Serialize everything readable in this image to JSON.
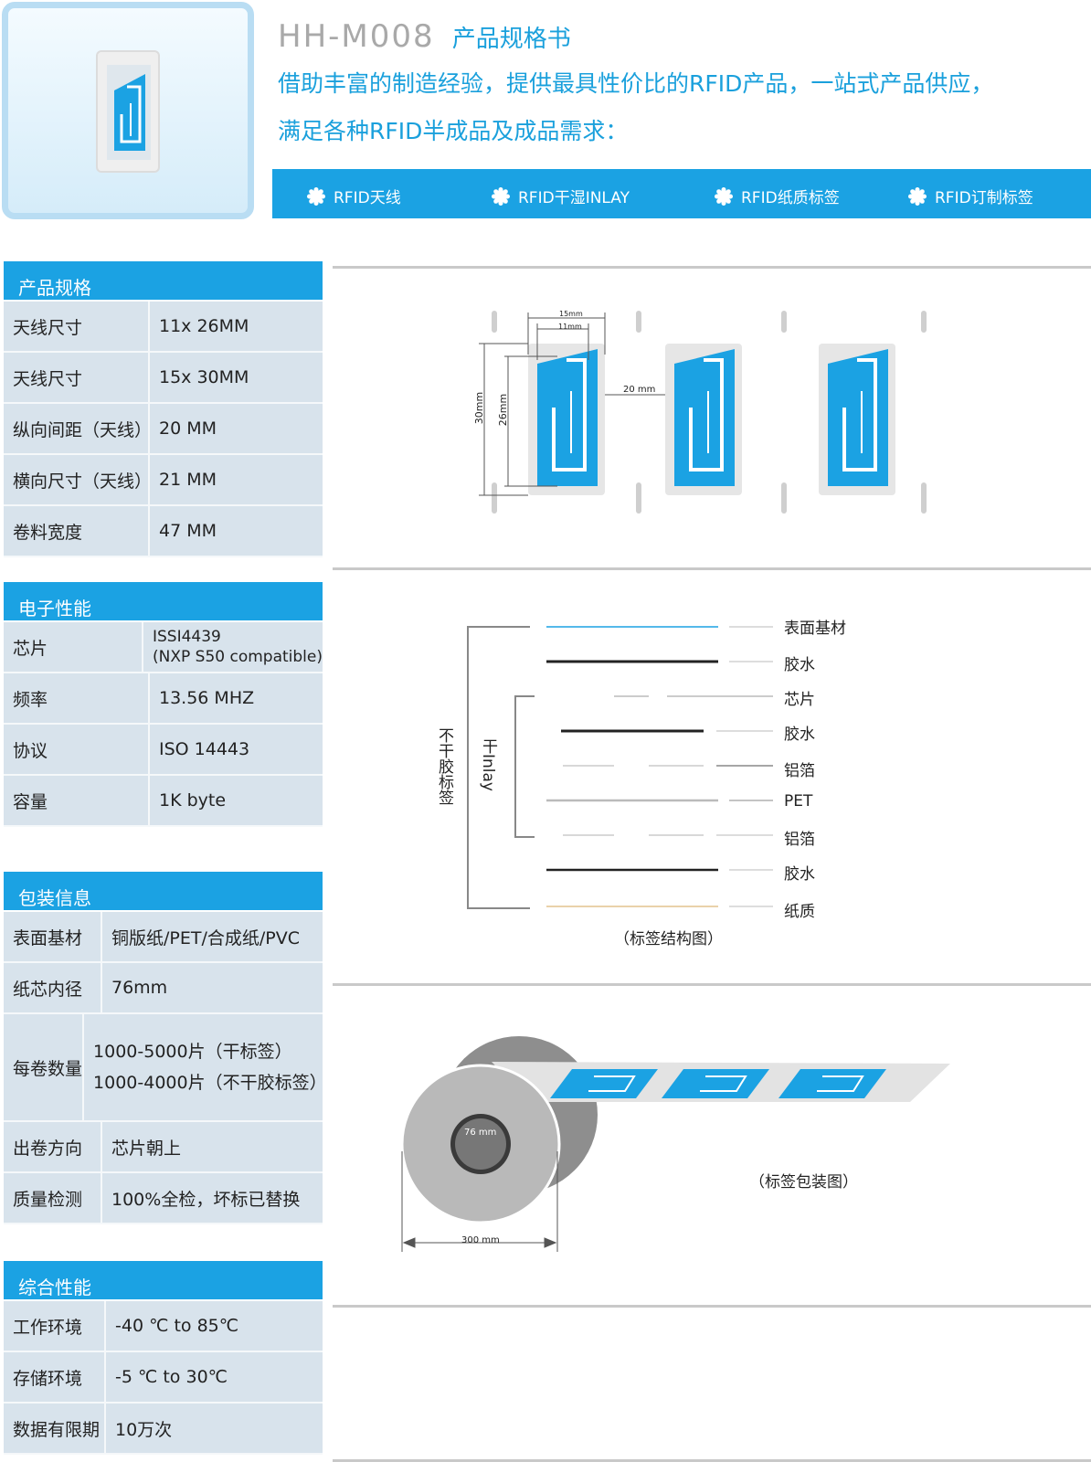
{
  "header": {
    "model": "HH-M008",
    "doc_title": "产品规格书",
    "slogan_line1": "借助丰富的制造经验，提供最具性价比的RFID产品，一站式产品供应，",
    "slogan_line2": "满足各种RFID半成品及成品需求："
  },
  "topbar": {
    "items": [
      "RFID天线",
      "RFID干湿INLAY",
      "RFID纸质标签",
      "RFID订制标签"
    ]
  },
  "sections": {
    "spec": {
      "title": "产品规格",
      "rows": [
        {
          "k": "天线尺寸",
          "v": "11x 26MM"
        },
        {
          "k": "天线尺寸",
          "v": "15x 30MM"
        },
        {
          "k": "纵向间距（天线）",
          "v": "20  MM"
        },
        {
          "k": "横向尺寸（天线）",
          "v": "21 MM"
        },
        {
          "k": "卷料宽度",
          "v": "47  MM"
        }
      ]
    },
    "electronic": {
      "title": "电子性能",
      "rows": [
        {
          "k": "芯片",
          "v": "ISSI4439",
          "v2": "(NXP S50 compatible)"
        },
        {
          "k": "频率",
          "v": "13.56 MHZ"
        },
        {
          "k": "协议",
          "v": "ISO 14443"
        },
        {
          "k": "容量",
          "v": "1K byte"
        }
      ]
    },
    "packaging": {
      "title": "包装信息",
      "rows": [
        {
          "k": "表面基材",
          "v": "铜版纸/PET/合成纸/PVC"
        },
        {
          "k": "纸芯内径",
          "v": "76mm"
        },
        {
          "k": "每卷数量",
          "v": "1000-5000片（干标签）",
          "v2": "1000-4000片（不干胶标签）"
        },
        {
          "k": "出卷方向",
          "v": "芯片朝上"
        },
        {
          "k": "质量检测",
          "v": "100%全检，坏标已替换"
        }
      ]
    },
    "general": {
      "title": "综合性能",
      "rows": [
        {
          "k": "工作环境",
          "v": "-40 ℃  to 85℃"
        },
        {
          "k": "存储环境",
          "v": "-5 ℃  to 30℃"
        },
        {
          "k": "数据有限期",
          "v": "10万次"
        }
      ]
    }
  },
  "dimension_diagram": {
    "w_outer": "15mm",
    "w_inner": "11mm",
    "h_outer": "30mm",
    "h_inner": "26mm",
    "gap": "20 mm"
  },
  "structure_diagram": {
    "layers": [
      "表面基材",
      "胶水",
      "芯片",
      "胶水",
      "铝箔",
      "PET",
      "铝箔",
      "胶水",
      "纸质"
    ],
    "bracket_outer": "不干胶标签",
    "bracket_inner": "干Inlay",
    "caption": "（标签结构图）"
  },
  "roll_diagram": {
    "core_diameter": "76 mm",
    "roll_width": "300 mm",
    "caption": "（标签包装图）"
  },
  "colors": {
    "accent_blue": "#1ba2e3",
    "row_bg": "#d8e3ec",
    "model_gray": "#a9a9a9"
  }
}
